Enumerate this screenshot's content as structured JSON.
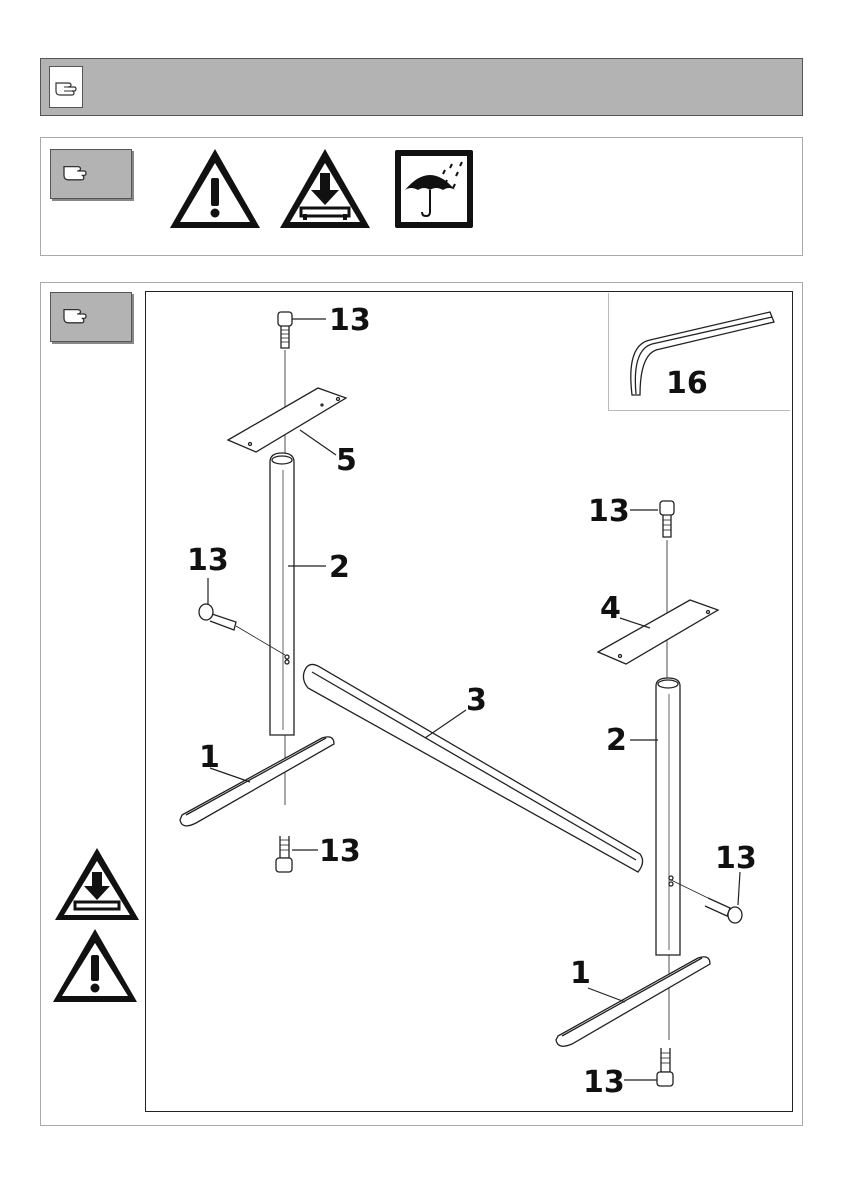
{
  "labels": {
    "bolt": "13",
    "wrench": "16",
    "plate_front": "5",
    "plate_back": "4",
    "post": "2",
    "crossbar": "3",
    "foot": "1"
  },
  "icons": {
    "header_hand": "pointing-hand-icon",
    "warning": "warning-exclamation-icon",
    "heavy": "heavy-load-warning-icon",
    "dry": "keep-dry-umbrella-icon"
  },
  "colors": {
    "bar_gray": "#b3b3b3",
    "line": "#222222"
  }
}
